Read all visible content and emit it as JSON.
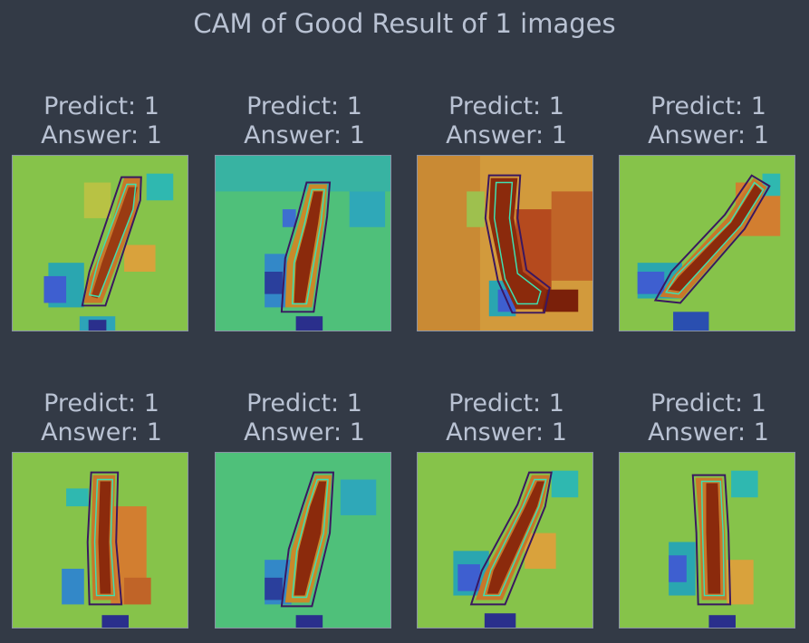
{
  "title": "CAM of Good Result of 1 images",
  "panels": [
    {
      "predict": "Predict: 1",
      "answer": "Answer: 1",
      "style": "diag"
    },
    {
      "predict": "Predict: 1",
      "answer": "Answer: 1",
      "style": "vert-teal"
    },
    {
      "predict": "Predict: 1",
      "answer": "Answer: 1",
      "style": "orange-hook"
    },
    {
      "predict": "Predict: 1",
      "answer": "Answer: 1",
      "style": "diag-wide"
    },
    {
      "predict": "Predict: 1",
      "answer": "Answer: 1",
      "style": "vert"
    },
    {
      "predict": "Predict: 1",
      "answer": "Answer: 1",
      "style": "slant-teal"
    },
    {
      "predict": "Predict: 1",
      "answer": "Answer: 1",
      "style": "diag"
    },
    {
      "predict": "Predict: 1",
      "answer": "Answer: 1",
      "style": "vert"
    }
  ]
}
